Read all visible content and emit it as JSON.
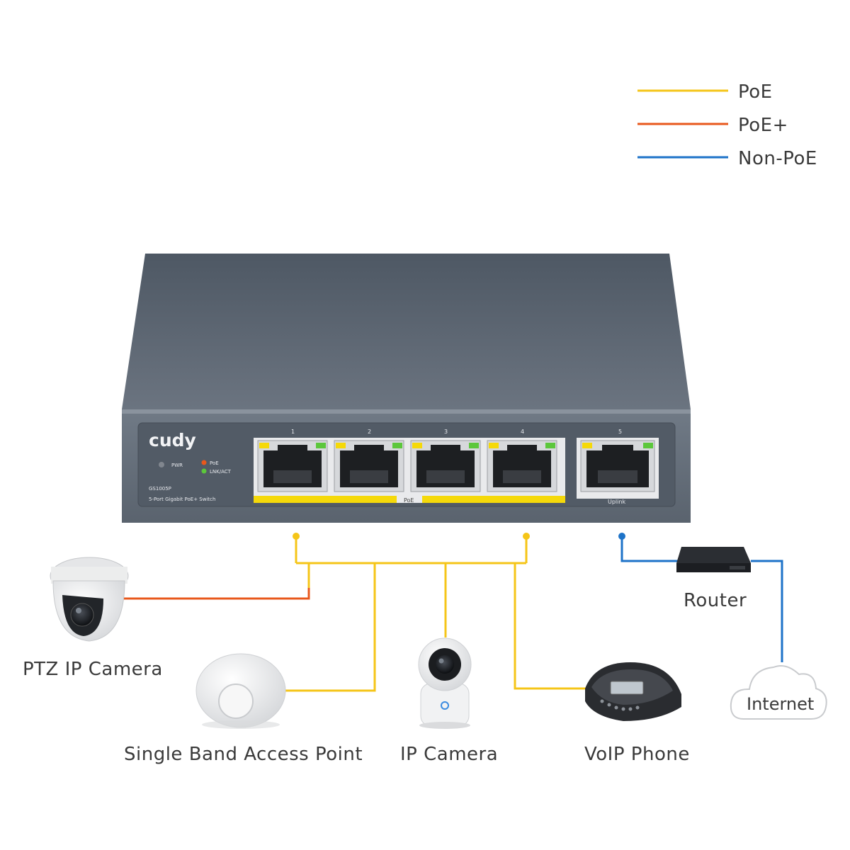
{
  "legend": [
    {
      "label": "PoE",
      "color": "#F5C518"
    },
    {
      "label": "PoE+",
      "color": "#E8581C"
    },
    {
      "label": "Non-PoE",
      "color": "#1E73C8"
    }
  ],
  "switch": {
    "brand": "cudy",
    "led_pwr": "PWR",
    "led_poe": "PoE",
    "led_lnk": "LNK/ACT",
    "model": "GS1005P",
    "description": "5-Port Gigabit PoE+ Switch",
    "port_numbers": [
      "1",
      "2",
      "3",
      "4",
      "5"
    ],
    "poe_strip_label": "PoE",
    "uplink_label": "Uplink"
  },
  "devices": {
    "ptz_camera": "PTZ IP Camera",
    "access_point": "Single Band Access Point",
    "ip_camera": "IP Camera",
    "voip_phone": "VoIP Phone",
    "router": "Router",
    "internet": "Internet"
  }
}
